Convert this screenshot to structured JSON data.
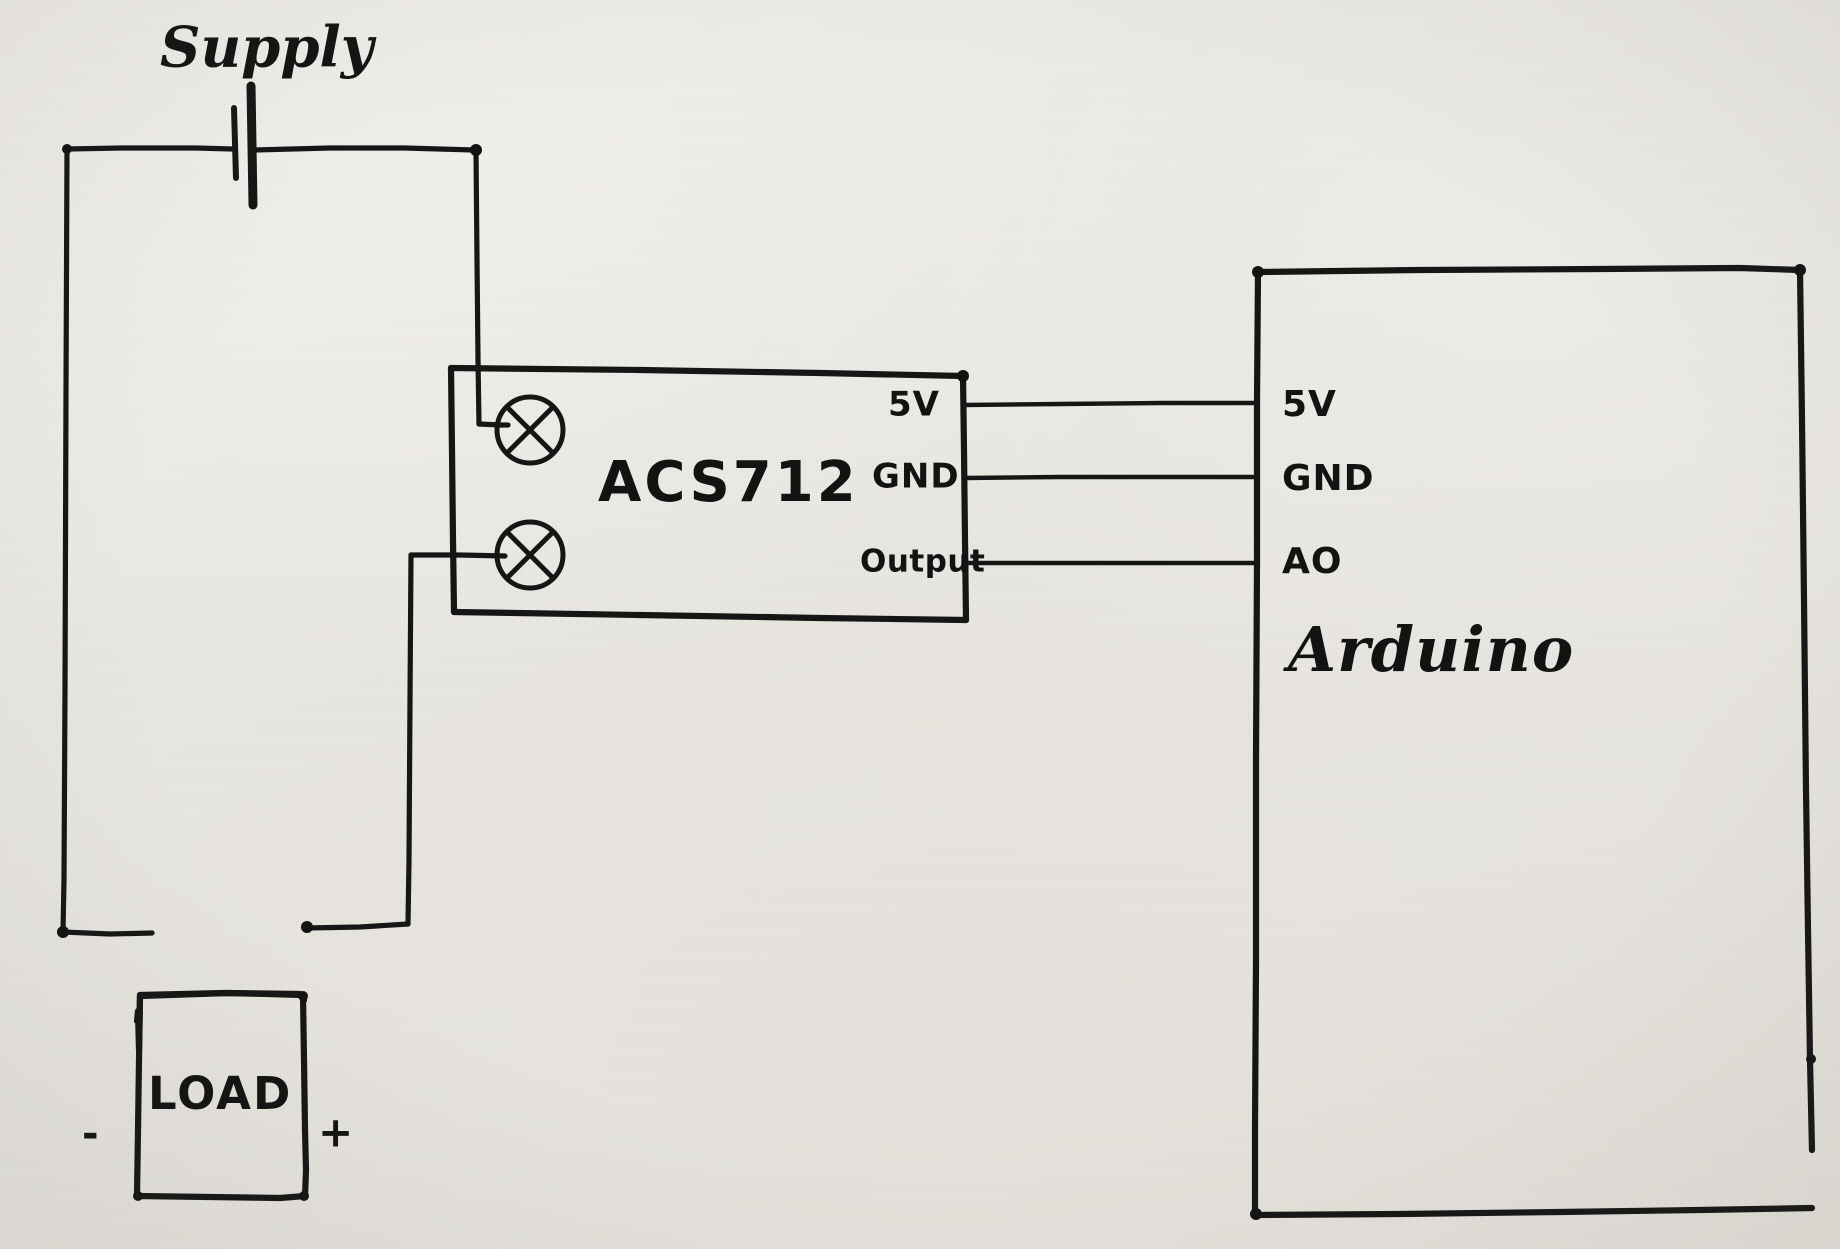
{
  "diagram": {
    "title": "ACS712 current sensor wired to Arduino",
    "medium": "hand-drawn pen on paper",
    "ink_color": "#151515",
    "paper_color": "#e9e7e2",
    "labels": {
      "supply": "Supply",
      "load": "LOAD",
      "load_minus": "-",
      "load_plus": "+",
      "sensor": "ACS712",
      "sensor_pin_5v": "5V",
      "sensor_pin_gnd": "GND",
      "sensor_pin_output": "Output",
      "board": "Arduino",
      "board_pin_5v": "5V",
      "board_pin_gnd": "GND",
      "board_pin_a0": "AO"
    },
    "components": [
      {
        "name": "supply",
        "kind": "battery",
        "label": "Supply"
      },
      {
        "name": "load",
        "kind": "box",
        "label": "LOAD",
        "terminals": [
          "-",
          "+"
        ]
      },
      {
        "name": "acs712",
        "kind": "module-box",
        "label": "ACS712",
        "screw_terminals": 2,
        "pins": [
          "5V",
          "GND",
          "Output"
        ]
      },
      {
        "name": "arduino",
        "kind": "board-box",
        "label": "Arduino",
        "pins": [
          "5V",
          "GND",
          "AO"
        ]
      }
    ],
    "connections": [
      {
        "from": "supply.left",
        "to": "load.minus",
        "name": "supply-negative-to-load"
      },
      {
        "from": "supply.right",
        "to": "acs712.terminal1",
        "name": "supply-positive-to-sensor-in"
      },
      {
        "from": "acs712.terminal2",
        "to": "load.plus",
        "name": "sensor-out-to-load-positive"
      },
      {
        "from": "acs712.5V",
        "to": "arduino.5V",
        "name": "sensor-5v-to-arduino-5v"
      },
      {
        "from": "acs712.GND",
        "to": "arduino.GND",
        "name": "sensor-gnd-to-arduino-gnd"
      },
      {
        "from": "acs712.Output",
        "to": "arduino.AO",
        "name": "sensor-output-to-arduino-a0"
      }
    ]
  }
}
